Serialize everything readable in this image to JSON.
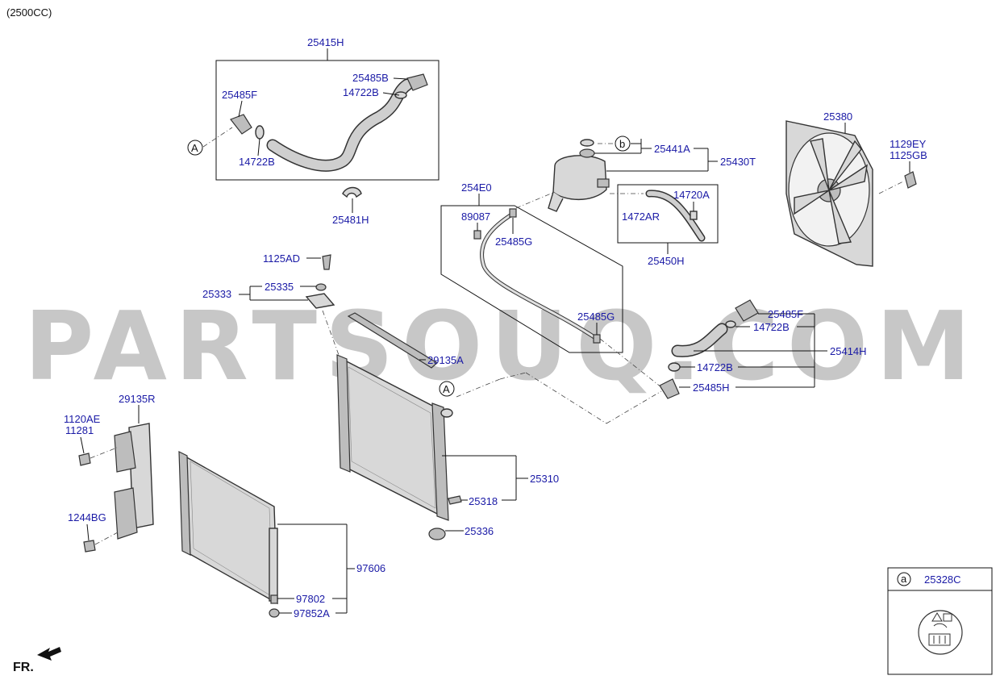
{
  "header": {
    "engine_variant": "(2500CC)"
  },
  "watermark": "PARTSOUQ.COM",
  "direction": {
    "label": "FR."
  },
  "callouts": {
    "a": "A",
    "b": "b",
    "legend_a": "a"
  },
  "parts": {
    "p25415H": "25415H",
    "p25485B": "25485B",
    "p14722B_top": "14722B",
    "p25485F_left": "25485F",
    "p14722B_left": "14722B",
    "p25481H": "25481H",
    "p254E0": "254E0",
    "p89087": "89087",
    "p25485G_top": "25485G",
    "p25441A": "25441A",
    "p25430T": "25430T",
    "p14720A": "14720A",
    "p1472AR": "1472AR",
    "p25450H": "25450H",
    "p25380": "25380",
    "p1129EY": "1129EY",
    "p1125GB": "1125GB",
    "p1125AD": "1125AD",
    "p25333": "25333",
    "p25335": "25335",
    "p25485G_mid": "25485G",
    "p25485F_right": "25485F",
    "p14722B_right": "14722B",
    "p25414H": "25414H",
    "p14722B_lower": "14722B",
    "p25485H": "25485H",
    "p29135A": "29135A",
    "p29135R": "29135R",
    "p1120AE": "1120AE",
    "p11281": "11281",
    "p1244BG": "1244BG",
    "p25310": "25310",
    "p25318": "25318",
    "p25336": "25336",
    "p97606": "97606",
    "p97802": "97802",
    "p97852A": "97852A",
    "p25328C": "25328C"
  }
}
